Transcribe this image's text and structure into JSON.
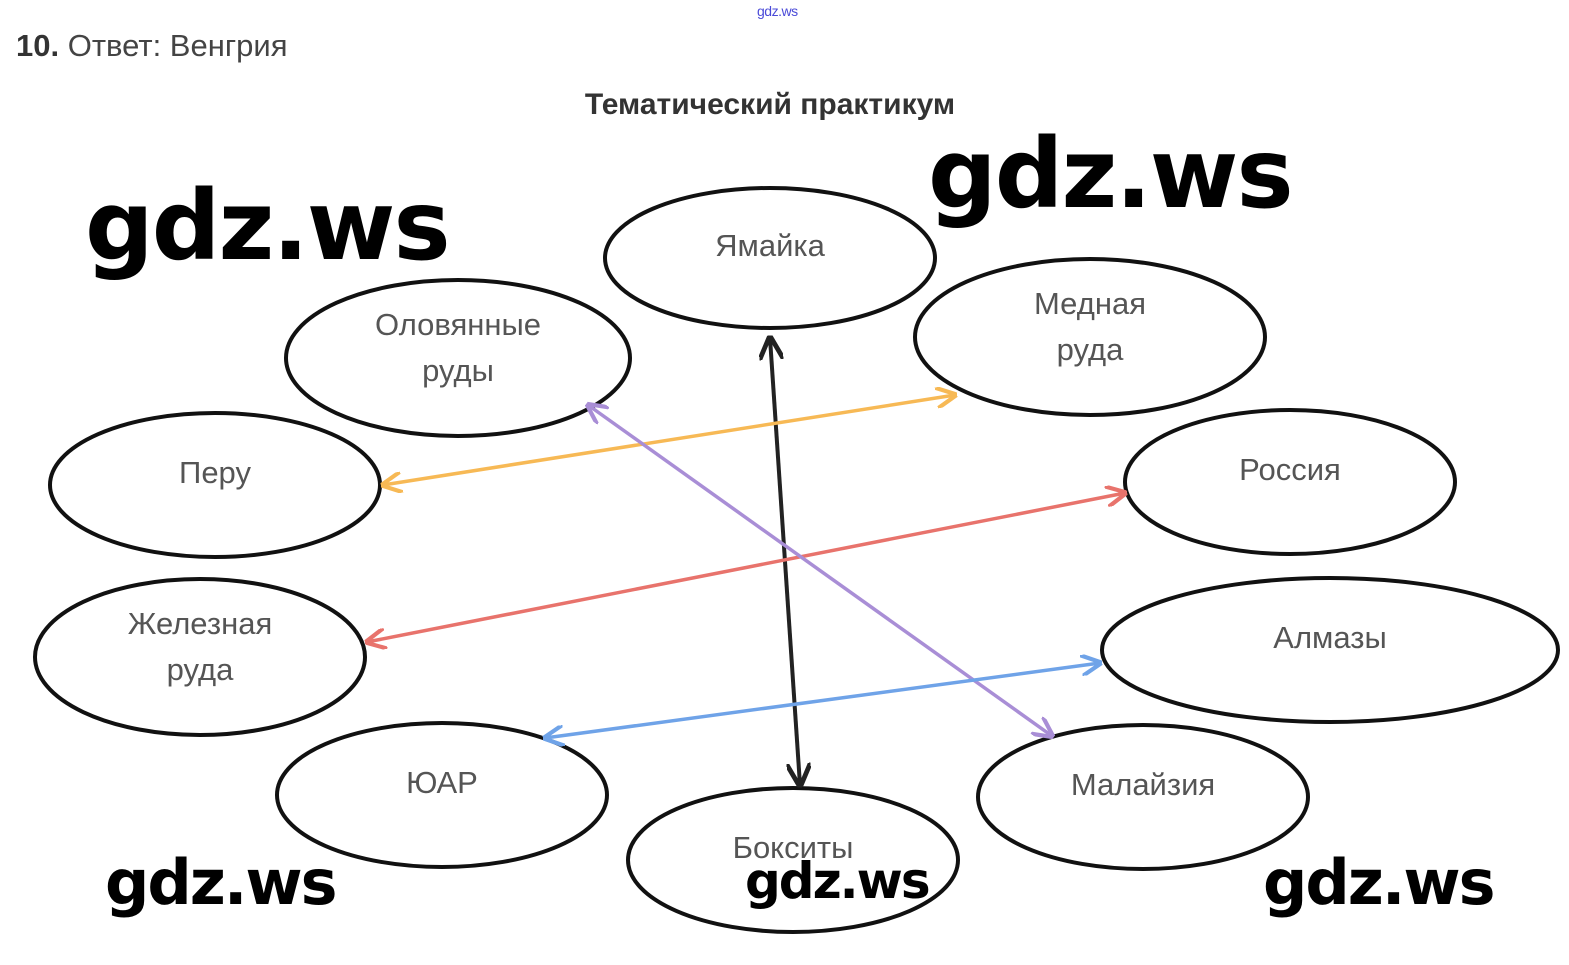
{
  "watermark_small": "gdz.ws",
  "answer": {
    "number": "10.",
    "text": "Ответ: Венгрия"
  },
  "title": "Тематический практикум",
  "nodes": {
    "jamaica": [
      "Ямайка"
    ],
    "tin": [
      "Оловянные",
      "руды"
    ],
    "copper": [
      "Медная",
      "руда"
    ],
    "peru": [
      "Перу"
    ],
    "russia": [
      "Россия"
    ],
    "iron": [
      "Железная",
      "руда"
    ],
    "diamonds": [
      "Алмазы"
    ],
    "sar": [
      "ЮАР"
    ],
    "malaysia": [
      "Малайзия"
    ],
    "bauxite": [
      "Бокситы"
    ]
  },
  "links": [
    {
      "from": "jamaica",
      "to": "bauxite",
      "color": "#222222"
    },
    {
      "from": "peru",
      "to": "copper",
      "color": "#f7b955"
    },
    {
      "from": "iron",
      "to": "russia",
      "color": "#e8736c"
    },
    {
      "from": "tin",
      "to": "malaysia",
      "color": "#a98ed6"
    },
    {
      "from": "sar",
      "to": "diamonds",
      "color": "#6fa3e8"
    }
  ],
  "watermarks": [
    "gdz.ws",
    "gdz.ws",
    "gdz.ws",
    "gdz.ws",
    "gdz.ws"
  ]
}
